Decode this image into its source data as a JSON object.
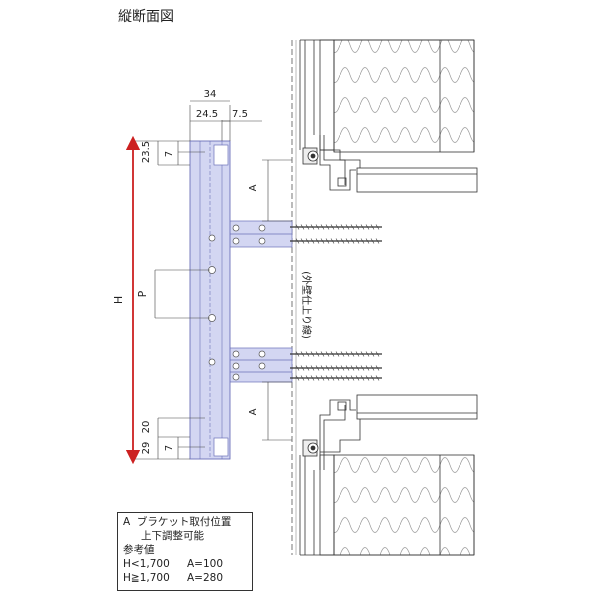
{
  "title": "縦断面図",
  "dims": {
    "top_total": "34",
    "top_left": "24.5",
    "top_right": "7.5",
    "top_23_5": "23.5",
    "top_7": "7",
    "a_top": "A",
    "h": "H",
    "p": "P",
    "bot_20": "20",
    "bot_29": "29",
    "bot_7": "7",
    "a_bottom": "A"
  },
  "wall_label": "(外壁仕上り線)",
  "legend": {
    "line1_key": "A",
    "line1_text": "ブラケット取付位置",
    "line2": "上下調整可能",
    "ref_heading": "参考値",
    "ref1_cond": "H<1,700",
    "ref1_val": "A=100",
    "ref2_cond": "H≧1,700",
    "ref2_val": "A=280"
  },
  "colors": {
    "frame_fill": "#d3d6f2",
    "frame_stroke": "#6b71b8",
    "h_arrow": "#cc2020",
    "line": "#333333",
    "dim": "#444444"
  }
}
